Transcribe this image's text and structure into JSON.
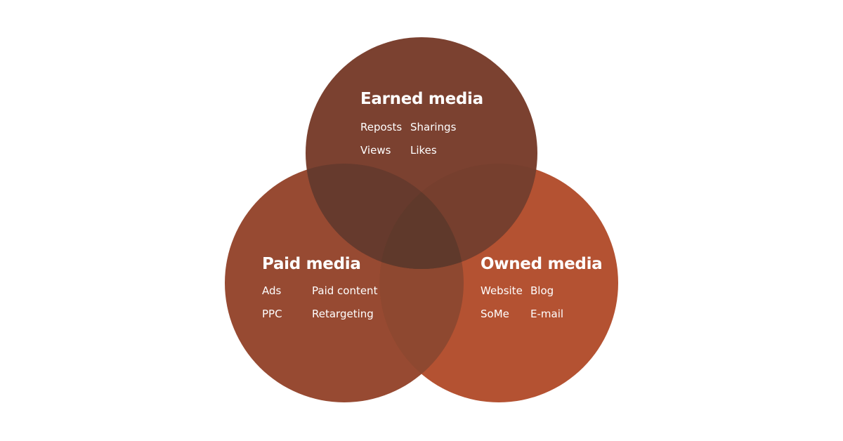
{
  "diagram": {
    "type": "venn",
    "circles": [
      {
        "id": "earned",
        "title": "Earned media",
        "color": "#7B4130",
        "items": [
          "Reposts",
          "Sharings",
          "Views",
          "Likes"
        ]
      },
      {
        "id": "paid",
        "title": "Paid media",
        "color": "#974A32",
        "items": [
          "Ads",
          "Paid content",
          "PPC",
          "Retargeting"
        ]
      },
      {
        "id": "owned",
        "title": "Owned media",
        "color": "#B45232",
        "items": [
          "Website",
          "Blog",
          "SoMe",
          "E-mail"
        ]
      }
    ],
    "overlap_colors": {
      "paid_owned": "#8E4830",
      "earned_paid": "#663A2D",
      "earned_owned": "#763F2E",
      "center": "#5F392B"
    }
  }
}
